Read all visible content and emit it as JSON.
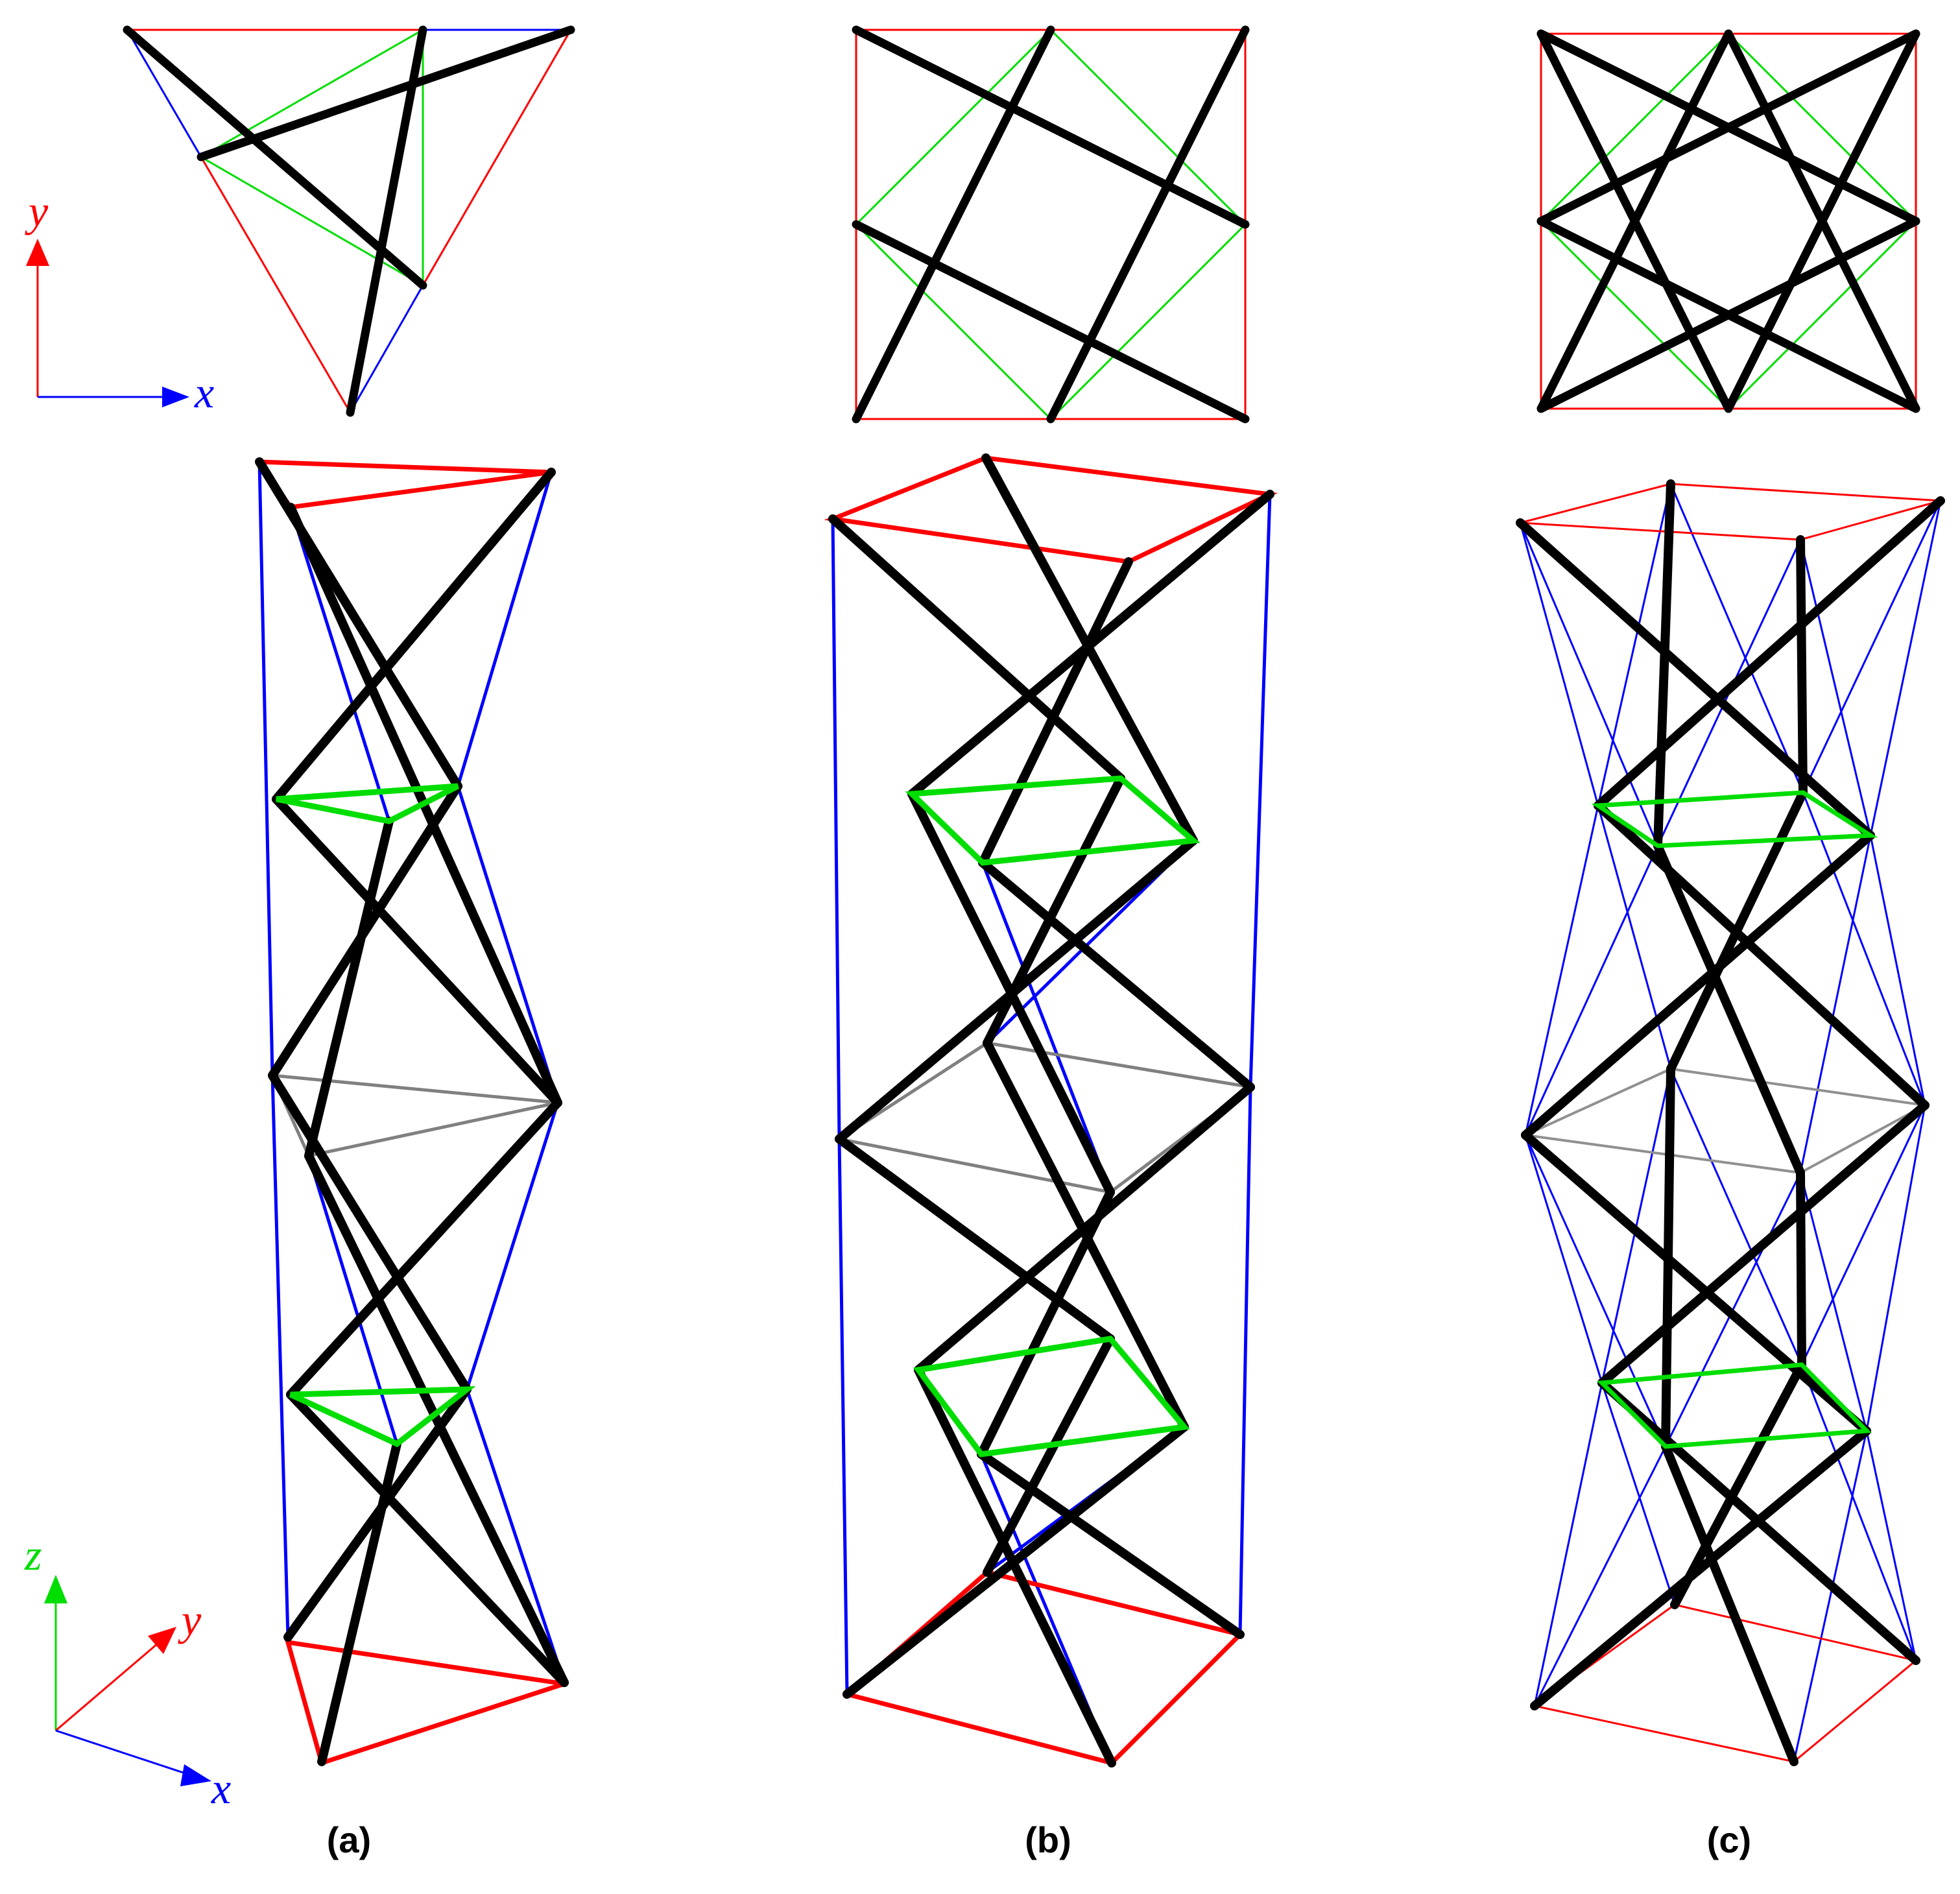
{
  "colors": {
    "strut": "#000000",
    "cable_top_bottom": "#ff0000",
    "cable_vertical": "#0000ff",
    "cable_intermediate": "#00dd00",
    "cable_middle": "#808080"
  },
  "axes": {
    "topview": {
      "x_label": "x",
      "y_label": "y"
    },
    "perspective": {
      "x_label": "x",
      "y_label": "y",
      "z_label": "z"
    }
  },
  "panels": [
    {
      "caption": "(a)"
    },
    {
      "caption": "(b)"
    },
    {
      "caption": "(c)"
    }
  ]
}
